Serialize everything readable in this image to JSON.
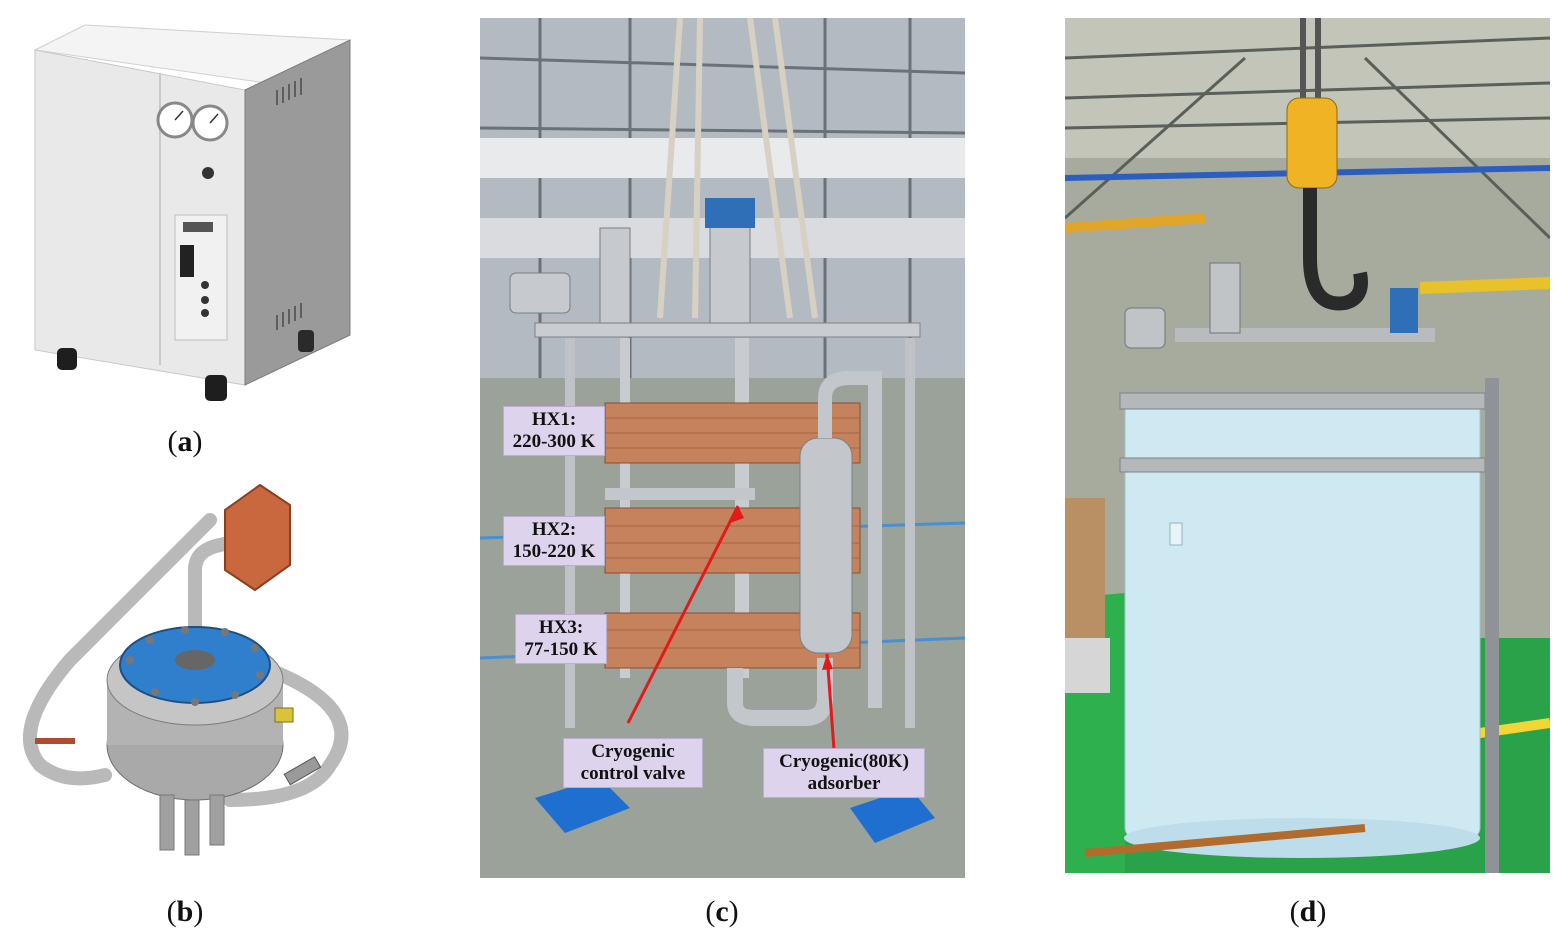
{
  "figure": {
    "panels": [
      {
        "id": "a",
        "caption": "a"
      },
      {
        "id": "b",
        "caption": "b"
      },
      {
        "id": "c",
        "caption": "c"
      },
      {
        "id": "d",
        "caption": "d"
      }
    ],
    "panel_c_labels": {
      "hx1_line1": "HX1:",
      "hx1_line2": "220-300 K",
      "hx2_line1": "HX2:",
      "hx2_line2": "150-220 K",
      "hx3_line1": "HX3:",
      "hx3_line2": "77-150 K",
      "valve_line1": "Cryogenic",
      "valve_line2": "control valve",
      "adsorber_line1": "Cryogenic(80K)",
      "adsorber_line2": "adsorber"
    },
    "colors": {
      "copper": "#c5825c",
      "flange_blue": "#2f7fcc",
      "vessel_blue": "#cfe9f3",
      "floor_green": "#2ea84a",
      "label_bg": "#ddd3ec",
      "arrow_red": "#e21a1a"
    }
  }
}
